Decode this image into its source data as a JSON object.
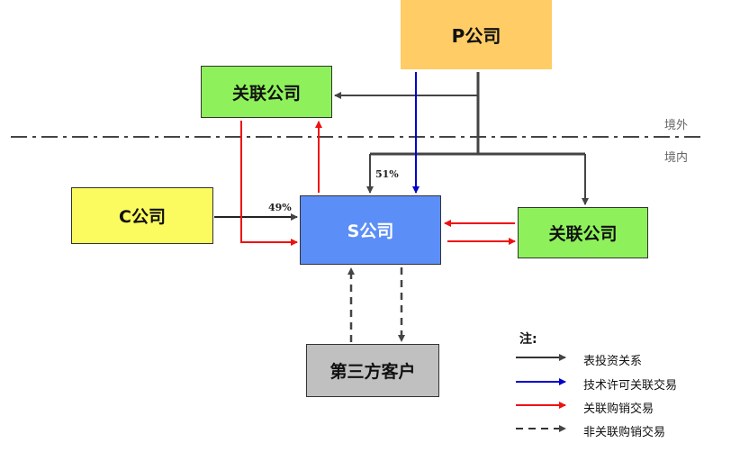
{
  "boxes": {
    "p_company": "P公司",
    "related_top": "关联公司",
    "c_company": "C公司",
    "s_company": "S公司",
    "related_right": "关联公司",
    "third_party": "第三方客户"
  },
  "border_labels": {
    "overseas": "境外",
    "domestic": "境内"
  },
  "percentages": {
    "p_to_s": "51%",
    "c_to_s": "49%"
  },
  "legend": {
    "title": "注:",
    "items": [
      {
        "label": "表投资关系",
        "color": "#333333",
        "style": "solid"
      },
      {
        "label": "技术许可关联交易",
        "color": "#0000cc",
        "style": "solid"
      },
      {
        "label": "关联购销交易",
        "color": "#ee1111",
        "style": "solid"
      },
      {
        "label": "非关联购销交易",
        "color": "#333333",
        "style": "dashed"
      }
    ]
  },
  "colors": {
    "investment": "#444444",
    "license": "#0000cc",
    "related_trade": "#ee1111",
    "unrelated_trade": "#444444",
    "p_fill": "#ffcc66",
    "related_fill": "#8ef15b",
    "c_fill": "#fbfb60",
    "s_fill": "#5c8ef7",
    "third_fill": "#c0c0c0"
  }
}
